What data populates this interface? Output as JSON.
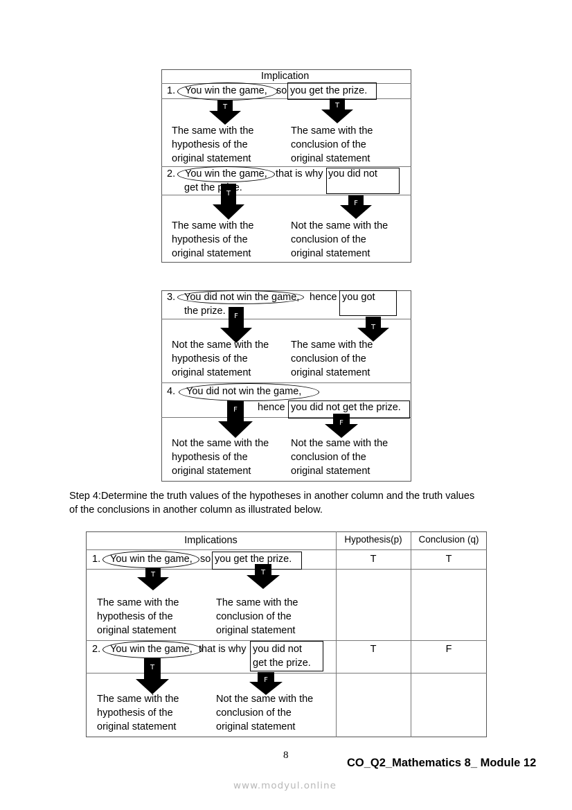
{
  "table1": {
    "header": "Implication",
    "row1": {
      "num": "1.",
      "hyp": "You win the game,",
      "conn": "so",
      "concl": "you get the prize.",
      "hyp_tv": "T",
      "concl_tv": "T",
      "left_desc": [
        "The same with the",
        "hypothesis of the",
        "original statement"
      ],
      "right_desc": [
        "The same with the",
        "conclusion of the",
        "original statement"
      ]
    },
    "row2": {
      "num": "2.",
      "hyp": "You win the game,",
      "conn": "that is why",
      "concl_line1": "you did not",
      "concl_line2": "get the prize.",
      "hyp_tv": "T",
      "concl_tv": "F",
      "left_desc": [
        "The same with the",
        "hypothesis of the",
        "original statement"
      ],
      "right_desc": [
        "Not the same with the",
        "conclusion of the",
        "original statement"
      ]
    }
  },
  "table2": {
    "row3": {
      "num": "3.",
      "hyp": "You did not win the game,",
      "conn": "hence",
      "concl_line1": "you got",
      "concl_line2": "the prize.",
      "hyp_tv": "F",
      "concl_tv": "T",
      "left_desc": [
        "Not the same with the",
        "hypothesis of the",
        "original statement"
      ],
      "right_desc": [
        "The same with the",
        "conclusion of the",
        "original statement"
      ]
    },
    "row4": {
      "num": "4.",
      "hyp": "You did not win the game,",
      "conn": "hence",
      "concl": "you did not get the prize.",
      "hyp_tv": "F",
      "concl_tv": "F",
      "left_desc": [
        "Not the same with the",
        "hypothesis of the",
        "original statement"
      ],
      "right_desc": [
        "Not the same with the",
        "conclusion of the",
        "original statement"
      ]
    }
  },
  "step4": {
    "line1": "Step 4:Determine the truth values of the hypotheses in another column and the truth values",
    "line2": "of the conclusions in another column as illustrated below."
  },
  "table3": {
    "col_implications": "Implications",
    "col_hypothesis": "Hypothesis(p)",
    "col_conclusion": "Conclusion (q)",
    "row1": {
      "num": "1.",
      "hyp": "You win the game,",
      "conn": "so",
      "concl": "you get the prize.",
      "hyp_tv": "T",
      "concl_tv": "T",
      "p": "T",
      "q": "T",
      "left_desc": [
        "The same with the",
        "hypothesis of the",
        "original statement"
      ],
      "right_desc": [
        "The same with the",
        "conclusion of the",
        "original statement"
      ]
    },
    "row2": {
      "num": "2.",
      "hyp": "You win the game,",
      "conn": "that is why",
      "concl_line1": "you did not",
      "concl_line2": "get the prize.",
      "hyp_tv": "T",
      "concl_tv": "F",
      "p": "T",
      "q": "F",
      "left_desc": [
        "The same with the",
        "hypothesis of the",
        "original statement"
      ],
      "right_desc": [
        "Not the same with the",
        "conclusion of the",
        "original statement"
      ]
    }
  },
  "footer": {
    "page_number": "8",
    "module": "CO_Q2_Mathematics 8_ Module 12",
    "watermark": "www.modyul.online"
  }
}
